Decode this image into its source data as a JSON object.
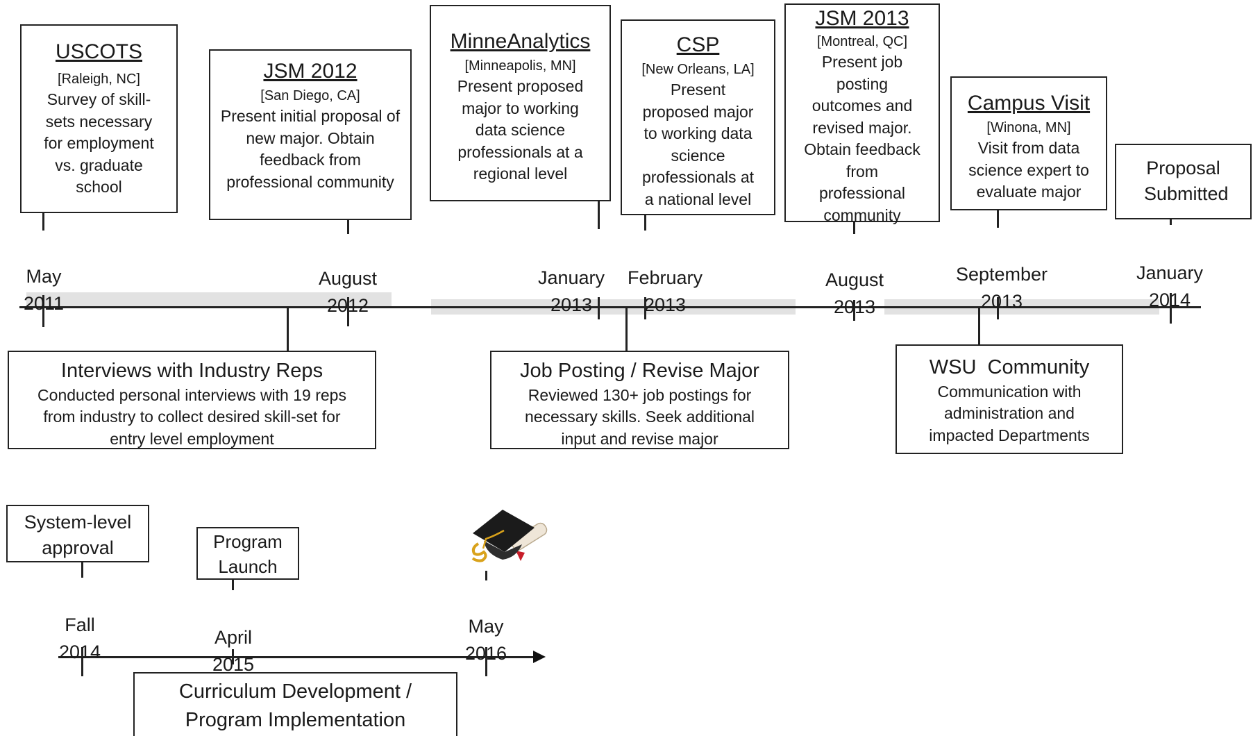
{
  "timeline_top": {
    "events": [
      {
        "title": "USCOTS",
        "location": "[Raleigh, NC]",
        "description": "Survey of skill-sets necessary for employment vs. graduate school",
        "date_month": "May",
        "date_year": "2011"
      },
      {
        "title": "JSM 2012",
        "location": "[San Diego, CA]",
        "description": "Present initial proposal of new major.  Obtain feedback from professional community",
        "date_month": "August",
        "date_year": "2012"
      },
      {
        "title": "MinneAnalytics",
        "location": "[Minneapolis, MN]",
        "description": "Present proposed major to working data science professionals at a regional level",
        "date_month": "January",
        "date_year": "2013"
      },
      {
        "title": "CSP",
        "location": "[New Orleans, LA]",
        "description": "Present proposed major to working data science professionals at a national level",
        "date_month": "February",
        "date_year": "2013"
      },
      {
        "title": "JSM 2013",
        "location": "[Montreal, QC]",
        "description": "Present job posting outcomes  and revised major.  Obtain feedback from professional community",
        "date_month": "August",
        "date_year": "2013"
      },
      {
        "title": "Campus Visit",
        "location": "[Winona, MN]",
        "description": "Visit from data science expert to evaluate major",
        "date_month": "September",
        "date_year": "2013"
      },
      {
        "title": "Proposal Submitted",
        "date_month": "January",
        "date_year": "2014"
      }
    ],
    "periods": [
      {
        "title": "Interviews with Industry Reps",
        "description": "Conducted personal interviews with 19 reps from industry to collect desired skill-set for entry level employment"
      },
      {
        "title": "Job Posting / Revise Major",
        "description": "Reviewed 130+ job postings for necessary skills. Seek additional input and revise major"
      },
      {
        "title": "WSU  Community",
        "description": "Communication with administration and impacted Departments"
      }
    ]
  },
  "timeline_bottom": {
    "events": [
      {
        "title": "System-level approval",
        "date_month": "Fall",
        "date_year": "2014"
      },
      {
        "title": "Program Launch",
        "date_month": "April",
        "date_year": "2015"
      },
      {
        "date_month": "May",
        "date_year": "2016",
        "icon": "graduation-cap-diploma-icon"
      }
    ],
    "periods": [
      {
        "title": "Curriculum Development / Program Implementation"
      }
    ]
  }
}
